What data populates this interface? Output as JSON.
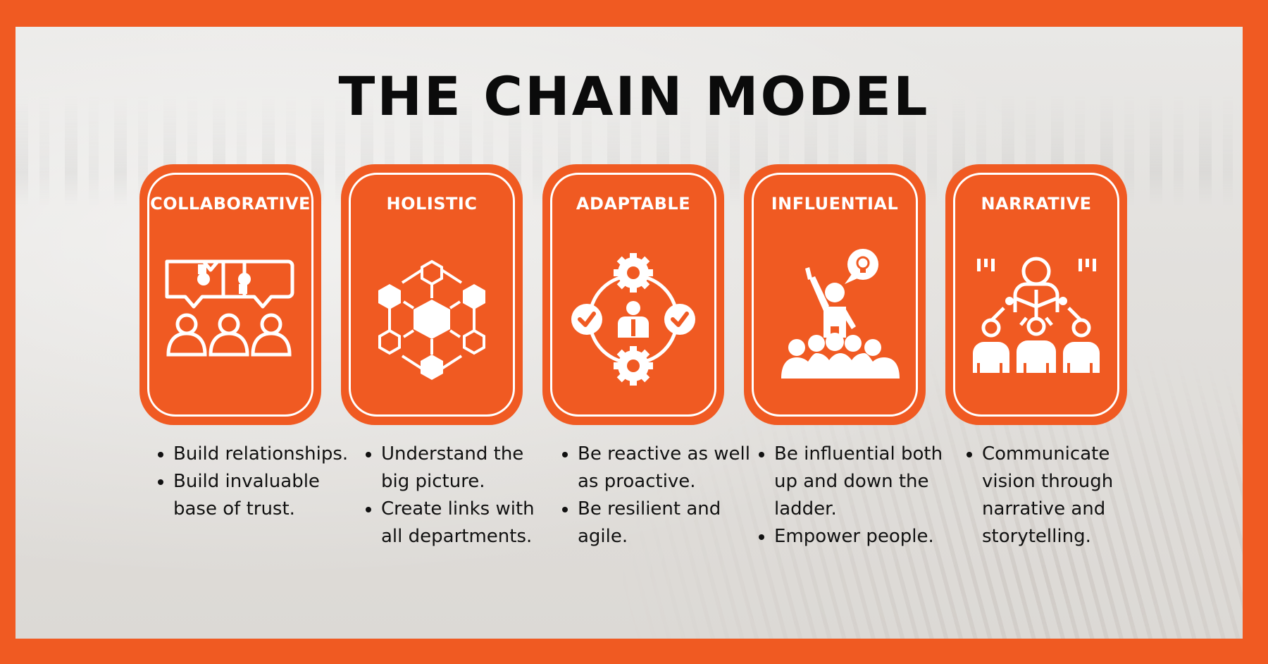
{
  "title": "THE CHAIN MODEL",
  "colors": {
    "accent": "#f05a22",
    "text": "#111111",
    "icon": "#ffffff"
  },
  "cards": [
    {
      "label": "COLLABORATIVE",
      "icon": "puzzle-team-icon",
      "bullets": [
        "Build relationships.",
        "Build invaluable base of trust."
      ]
    },
    {
      "label": "HOLISTIC",
      "icon": "hexagon-network-icon",
      "bullets": [
        "Understand the big picture.",
        "Create links with all departments."
      ]
    },
    {
      "label": "ADAPTABLE",
      "icon": "gear-cycle-person-icon",
      "bullets": [
        "Be reactive as well as proactive.",
        "Be resilient and agile."
      ]
    },
    {
      "label": "INFLUENTIAL",
      "icon": "speaker-audience-icon",
      "bullets": [
        "Be influential both up and down the ladder.",
        "Empower people."
      ]
    },
    {
      "label": "NARRATIVE",
      "icon": "storyteller-audience-icon",
      "bullets": [
        "Communicate vision through narrative and storytelling."
      ]
    }
  ]
}
